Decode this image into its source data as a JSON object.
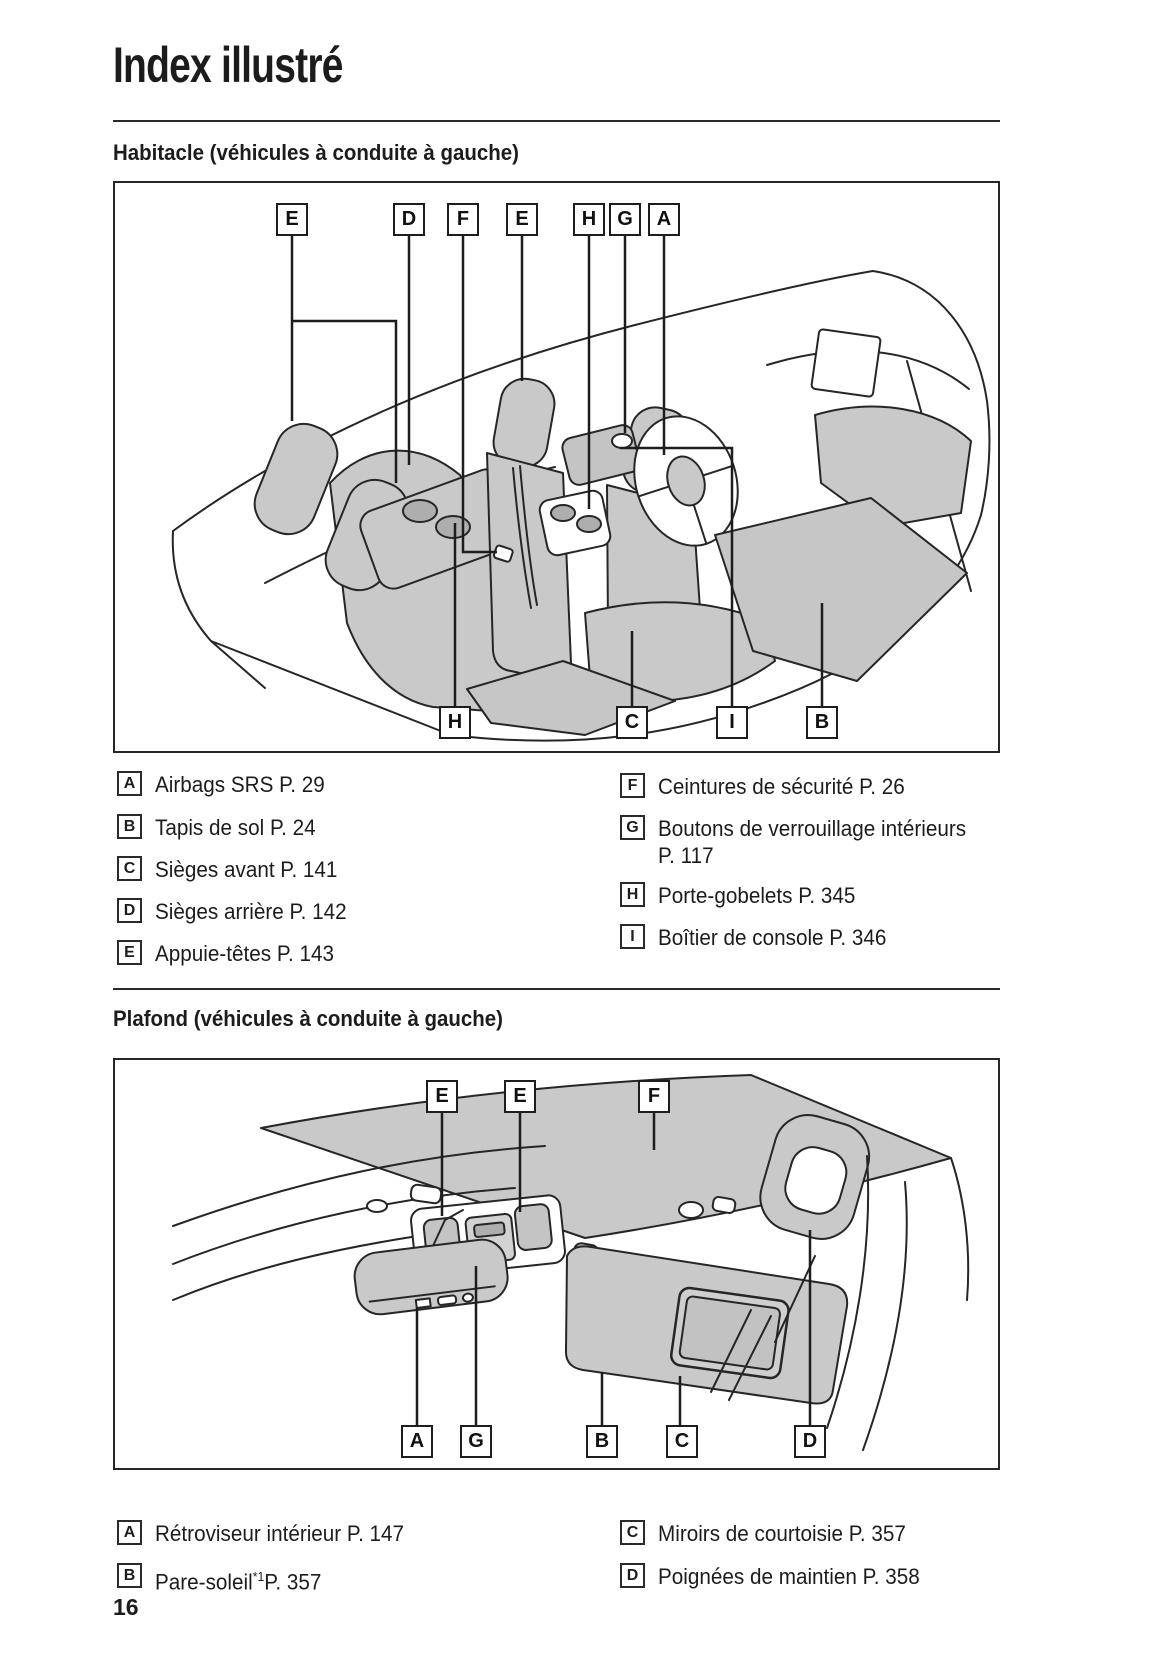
{
  "page": {
    "title": "Index illustré",
    "page_number": "16"
  },
  "habitacle": {
    "heading": "Habitacle (véhicules à conduite à gauche)",
    "callouts_top": [
      "E",
      "D",
      "F",
      "E",
      "H",
      "G",
      "A"
    ],
    "callouts_bottom": [
      "H",
      "C",
      "I",
      "B"
    ],
    "legend_left": [
      {
        "key": "A",
        "text": "Airbags SRS P. 29"
      },
      {
        "key": "B",
        "text": "Tapis de sol P. 24"
      },
      {
        "key": "C",
        "text": "Sièges avant P. 141"
      },
      {
        "key": "D",
        "text": "Sièges arrière P. 142"
      },
      {
        "key": "E",
        "text": "Appuie-têtes P. 143"
      }
    ],
    "legend_right": [
      {
        "key": "F",
        "text": "Ceintures de sécurité P. 26"
      },
      {
        "key": "G",
        "line1": "Boutons de verrouillage intérieurs",
        "line2": "P. 117"
      },
      {
        "key": "H",
        "text": "Porte-gobelets P. 345"
      },
      {
        "key": "I",
        "text": "Boîtier de console P. 346"
      }
    ]
  },
  "plafond": {
    "heading": "Plafond (véhicules à conduite à gauche)",
    "callouts_top": [
      "E",
      "E",
      "F"
    ],
    "callouts_bottom": [
      "A",
      "G",
      "B",
      "C",
      "D"
    ],
    "legend_left": [
      {
        "key": "A",
        "text": "Rétroviseur intérieur P. 147"
      },
      {
        "key": "B",
        "text": "Pare-soleil",
        "sup": "*1",
        "suffix": "P. 357"
      }
    ],
    "legend_right": [
      {
        "key": "C",
        "text": "Miroirs de courtoisie P. 357"
      },
      {
        "key": "D",
        "text": "Poignées de maintien P. 358"
      }
    ]
  },
  "colors": {
    "line": "#262626",
    "fill_gray": "#c9c9c9",
    "fill_dark": "#aeaeae"
  }
}
